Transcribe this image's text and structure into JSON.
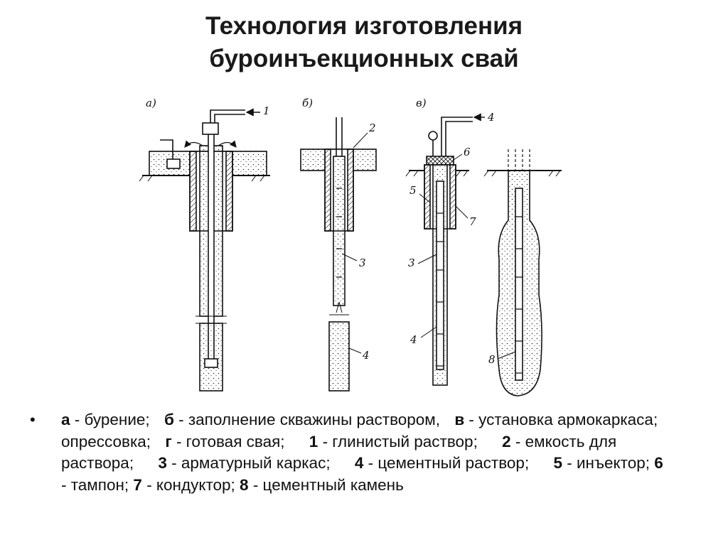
{
  "title": {
    "line1": "Технология изготовления",
    "line2": "буроинъекционных свай"
  },
  "diagram": {
    "panel_labels": [
      "а)",
      "б)",
      "в)"
    ],
    "callouts": [
      "1",
      "2",
      "3",
      "4",
      "5",
      "6",
      "7",
      "3",
      "4",
      "8",
      "4"
    ]
  },
  "legend": {
    "bullet": "•",
    "items": [
      {
        "key": "а",
        "text": " - бурение;"
      },
      {
        "key": "б",
        "text": " - заполнение  скважины раствором,"
      },
      {
        "key": "в",
        "text": " - установка  армокаркаса; опрессовка;"
      },
      {
        "key": "г",
        "text": " - готовая свая;"
      },
      {
        "key": "1",
        "text": " - глинистый  раствор;"
      },
      {
        "key": "2",
        "text": " - емкость для раствора;"
      },
      {
        "key": "3",
        "text": " - арматурный каркас;"
      },
      {
        "key": "4",
        "text": " - цементный раствор;"
      },
      {
        "key": "5",
        "text": " - инъектор;"
      },
      {
        "key": "6",
        "text": " - тампон;"
      },
      {
        "key": "7",
        "text": " - кондуктор;"
      },
      {
        "key": "8",
        "text": " - цементный камень"
      }
    ]
  },
  "colors": {
    "ink": "#111111",
    "background": "#ffffff"
  }
}
